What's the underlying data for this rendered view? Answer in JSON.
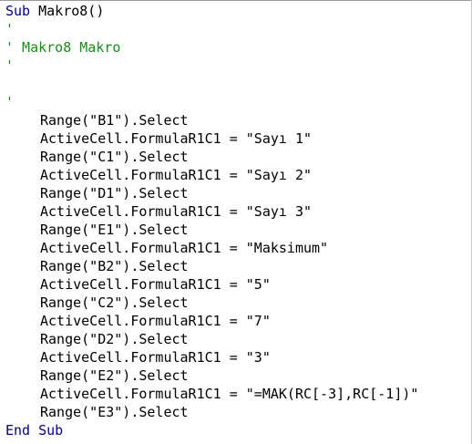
{
  "editor": {
    "accent_colors": {
      "keyword": "#00008b",
      "comment": "#1e8a1e",
      "text": "#000000"
    },
    "lines": [
      {
        "kind": "sub_start",
        "keyword": "Sub",
        "rest": " Makro8()"
      },
      {
        "kind": "comment",
        "text": "'"
      },
      {
        "kind": "comment",
        "text": "' Makro8 Makro"
      },
      {
        "kind": "comment",
        "text": "'"
      },
      {
        "kind": "blank",
        "text": ""
      },
      {
        "kind": "comment",
        "text": "'"
      },
      {
        "kind": "code",
        "text": "Range(\"B1\").Select"
      },
      {
        "kind": "code",
        "text": "ActiveCell.FormulaR1C1 = \"Sayı 1\""
      },
      {
        "kind": "code",
        "text": "Range(\"C1\").Select"
      },
      {
        "kind": "code",
        "text": "ActiveCell.FormulaR1C1 = \"Sayı 2\""
      },
      {
        "kind": "code",
        "text": "Range(\"D1\").Select"
      },
      {
        "kind": "code",
        "text": "ActiveCell.FormulaR1C1 = \"Sayı 3\""
      },
      {
        "kind": "code",
        "text": "Range(\"E1\").Select"
      },
      {
        "kind": "code",
        "text": "ActiveCell.FormulaR1C1 = \"Maksimum\""
      },
      {
        "kind": "code",
        "text": "Range(\"B2\").Select"
      },
      {
        "kind": "code",
        "text": "ActiveCell.FormulaR1C1 = \"5\""
      },
      {
        "kind": "code",
        "text": "Range(\"C2\").Select"
      },
      {
        "kind": "code",
        "text": "ActiveCell.FormulaR1C1 = \"7\""
      },
      {
        "kind": "code",
        "text": "Range(\"D2\").Select"
      },
      {
        "kind": "code",
        "text": "ActiveCell.FormulaR1C1 = \"3\""
      },
      {
        "kind": "code",
        "text": "Range(\"E2\").Select"
      },
      {
        "kind": "code",
        "text": "ActiveCell.FormulaR1C1 = \"=MAK(RC[-3],RC[-1])\""
      },
      {
        "kind": "code",
        "text": "Range(\"E3\").Select"
      },
      {
        "kind": "sub_end",
        "keyword": "End Sub",
        "rest": ""
      }
    ]
  }
}
